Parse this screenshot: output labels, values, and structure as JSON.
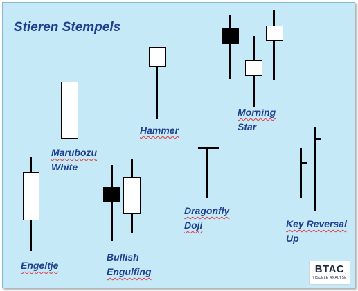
{
  "title": "Stieren Stempels",
  "patterns": {
    "marubozu": [
      "Marubozu",
      "White"
    ],
    "hammer": [
      "Hammer"
    ],
    "morning_star": [
      "Morning",
      "Star"
    ],
    "engeltje": [
      "Engeltje"
    ],
    "bullish_engulfing": [
      "Bullish",
      "Engulfing"
    ],
    "dragonfly_doji": [
      "Dragonfly",
      "Doji"
    ],
    "key_reversal_up": [
      "Key Reversal",
      "Up"
    ]
  },
  "logo": {
    "main": "BTAC",
    "sub": "VISUELE ANALYSE"
  },
  "colors": {
    "background": "#c6e9f8",
    "label": "#1f3f8f",
    "bullish": "#ffffff",
    "bearish": "#000000"
  }
}
